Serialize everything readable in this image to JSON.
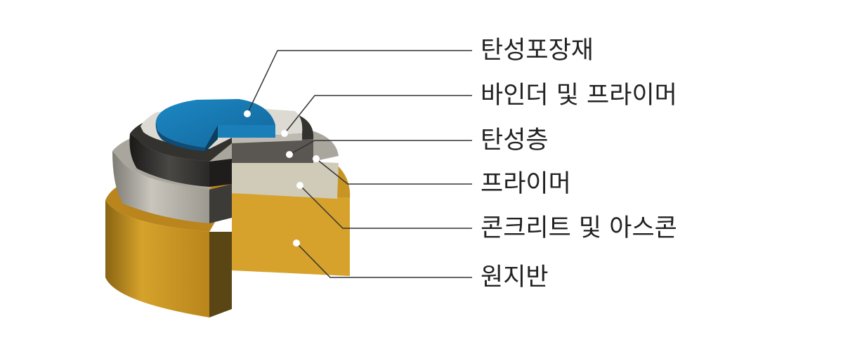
{
  "diagram": {
    "layers": [
      {
        "id": "elastic-pavement",
        "label": "탄성포장재",
        "color": "#1a7fb8"
      },
      {
        "id": "binder-primer",
        "label": "바인더 및 프라이머",
        "color": "#dad8d1"
      },
      {
        "id": "elastic-layer",
        "label": "탄성층",
        "color": "#5a5752"
      },
      {
        "id": "primer",
        "label": "프라이머",
        "color": "#cbc5b3"
      },
      {
        "id": "concrete-ascon",
        "label": "콘크리트 및 아스콘",
        "color": "#d6a22c"
      },
      {
        "id": "subgrade",
        "label": "원지반",
        "color": "#d6a22c"
      }
    ],
    "colors": {
      "subgrade": "#d6a22c",
      "subgrade_dark": "#4a3a12",
      "concrete_ring": "#b9b6ae",
      "elastic_ring": "#2c2b29",
      "primer_ring": "#dcdad2",
      "top": "#1a7fb8",
      "leader": "#333333"
    }
  }
}
